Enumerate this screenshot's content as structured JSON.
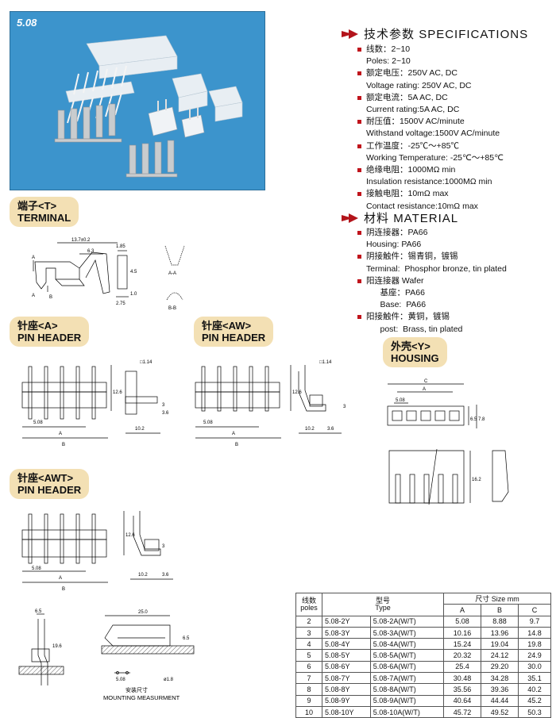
{
  "photo": {
    "series": "5.08"
  },
  "specs": {
    "title_cn": "技术参数",
    "title_en": "SPECIFICATIONS",
    "items": [
      {
        "cn": "线数：2~10",
        "en": "Poles: 2~10"
      },
      {
        "cn": "额定电压：250V  AC, DC",
        "en": "Voltage rating: 250V  AC, DC"
      },
      {
        "cn": "额定电流：5A  AC, DC",
        "en": "Current rating:5A  AC, DC"
      },
      {
        "cn": "耐压值：1500V  AC/minute",
        "en": "Withstand voltage:1500V  AC/minute"
      },
      {
        "cn": "工作温度：-25℃～+85℃",
        "en": "Working Temperature: -25℃～+85℃"
      },
      {
        "cn": "绝缘电阻：1000MΩ min",
        "en": "Insulation resistance:1000MΩ min"
      },
      {
        "cn": "接触电阻：10mΩ max",
        "en": "Contact resistance:10mΩ max"
      }
    ]
  },
  "material": {
    "title_cn": "材料",
    "title_en": "MATERIAL",
    "lines": [
      {
        "b": true,
        "text": "阴连接器：PA66"
      },
      {
        "b": false,
        "text": "Housing: PA66"
      },
      {
        "b": true,
        "text": "阴接触件：锡青铜，镀锡"
      },
      {
        "b": false,
        "text": "Terminal:  Phosphor bronze, tin plated"
      },
      {
        "b": true,
        "text": "阳连接器 Wafer"
      },
      {
        "b": false,
        "text": "      基座：PA66"
      },
      {
        "b": false,
        "text": "      Base:  PA66"
      },
      {
        "b": true,
        "text": "阳接触件：黄铜，镀锡"
      },
      {
        "b": false,
        "text": "      post:  Brass, tin plated"
      }
    ]
  },
  "sections": {
    "terminal": {
      "cn": "端子<T>",
      "en": "TERMINAL"
    },
    "a": {
      "cn": "针座<A>",
      "en": "PIN HEADER"
    },
    "aw": {
      "cn": "针座<AW>",
      "en": "PIN HEADER"
    },
    "awt": {
      "cn": "针座<AWT>",
      "en": "PIN HEADER"
    },
    "housing": {
      "cn": "外壳<Y>",
      "en": "HOUSING"
    }
  },
  "dims": {
    "terminal": {
      "len": "13.7±0.2",
      "d1": "6.3",
      "d2": "1.85",
      "d3": "4.5",
      "d4": "1.0",
      "d5": "2.75",
      "a": "A",
      "b": "B",
      "aa": "A-A",
      "bb": "B-B"
    },
    "header": {
      "pin": "□1.14",
      "h": "12.6",
      "d36": "3.6",
      "d3": "3",
      "d102": "10.2",
      "pitch": "5.08",
      "a": "A",
      "b": "B"
    },
    "housing": {
      "c": "C",
      "a": "A",
      "pitch": "5.08",
      "d65": "6.5",
      "d78": "7.8",
      "d162": "16.2"
    },
    "mount": {
      "d65": "6.5",
      "d196": "19.6",
      "d250": "25.0",
      "d65b": "6.5",
      "pitch": "5.08",
      "hole": "ø1.8",
      "cn": "安装尺寸",
      "en": "MOUNTING MEASURMENT"
    }
  },
  "size_table": {
    "h_poles_cn": "线数",
    "h_poles_en": "poles",
    "h_type_cn": "型号",
    "h_type_en": "Type",
    "h_size": "尺寸  Size mm",
    "h_a": "A",
    "h_b": "B",
    "h_c": "C",
    "rows": [
      [
        "2",
        "5.08-2Y",
        "5.08-2A(W/T)",
        "5.08",
        "8.88",
        "9.7"
      ],
      [
        "3",
        "5.08-3Y",
        "5.08-3A(W/T)",
        "10.16",
        "13.96",
        "14.8"
      ],
      [
        "4",
        "5.08-4Y",
        "5.08-4A(W/T)",
        "15.24",
        "19.04",
        "19.8"
      ],
      [
        "5",
        "5.08-5Y",
        "5.08-5A(W/T)",
        "20.32",
        "24.12",
        "24.9"
      ],
      [
        "6",
        "5.08-6Y",
        "5.08-6A(W/T)",
        "25.4",
        "29.20",
        "30.0"
      ],
      [
        "7",
        "5.08-7Y",
        "5.08-7A(W/T)",
        "30.48",
        "34.28",
        "35.1"
      ],
      [
        "8",
        "5.08-8Y",
        "5.08-8A(W/T)",
        "35.56",
        "39.36",
        "40.2"
      ],
      [
        "9",
        "5.08-9Y",
        "5.08-9A(W/T)",
        "40.64",
        "44.44",
        "45.2"
      ],
      [
        "10",
        "5.08-10Y",
        "5.08-10A(W/T)",
        "45.72",
        "49.52",
        "50.3"
      ]
    ]
  }
}
